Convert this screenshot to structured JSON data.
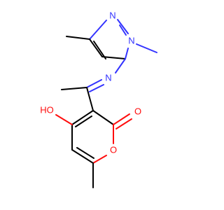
{
  "molecule": {
    "atoms": {
      "n1": {
        "symbol": "N",
        "color": "#3333ff"
      },
      "n2": {
        "symbol": "N",
        "color": "#3333ff"
      },
      "n_imine": {
        "symbol": "N",
        "color": "#3333ff"
      },
      "o_hydroxyl": {
        "symbol": "HO",
        "color": "#ff0d0d"
      },
      "o_carbonyl": {
        "symbol": "O",
        "color": "#ff0d0d"
      },
      "o_ring": {
        "symbol": "O",
        "color": "#ff0d0d"
      }
    },
    "bond_color": "#000000"
  }
}
